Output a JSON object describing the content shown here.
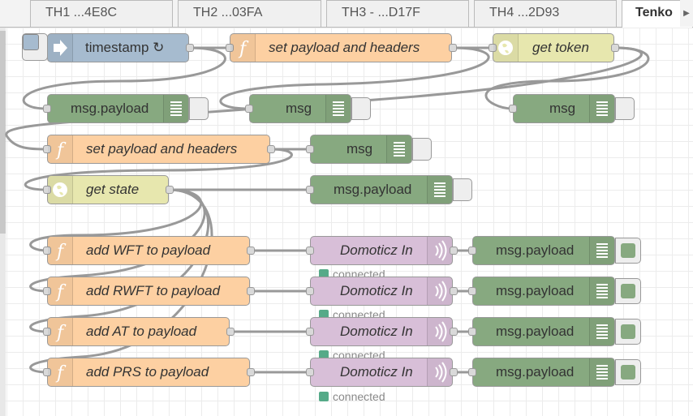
{
  "tabs": [
    {
      "label": "TH1 ...4E8C"
    },
    {
      "label": "TH2 ...03FA"
    },
    {
      "label": "TH3 - ...D17F"
    },
    {
      "label": "TH4 ...2D93"
    },
    {
      "label": "Tenko"
    }
  ],
  "nodes": {
    "timestamp": {
      "label": "timestamp ↻"
    },
    "set_payload_1": {
      "label": "set payload and headers"
    },
    "get_token": {
      "label": "get token"
    },
    "debug_payload_1": {
      "label": "msg.payload"
    },
    "debug_msg_1": {
      "label": "msg"
    },
    "debug_msg_2": {
      "label": "msg"
    },
    "set_payload_2": {
      "label": "set payload and headers"
    },
    "debug_msg_3": {
      "label": "msg"
    },
    "get_state": {
      "label": "get state"
    },
    "debug_payload_2": {
      "label": "msg.payload"
    },
    "add_wft": {
      "label": "add WFT to payload"
    },
    "add_rwft": {
      "label": "add RWFT to payload"
    },
    "add_at": {
      "label": "add AT to payload"
    },
    "add_prs": {
      "label": "add PRS to payload"
    },
    "domoticz_1": {
      "label": "Domoticz In",
      "status": "connected"
    },
    "domoticz_2": {
      "label": "Domoticz In",
      "status": "connected"
    },
    "domoticz_3": {
      "label": "Domoticz In",
      "status": "connected"
    },
    "domoticz_4": {
      "label": "Domoticz In",
      "status": "connected"
    },
    "debug_out_1": {
      "label": "msg.payload"
    },
    "debug_out_2": {
      "label": "msg.payload"
    },
    "debug_out_3": {
      "label": "msg.payload"
    },
    "debug_out_4": {
      "label": "msg.payload"
    }
  },
  "colors": {
    "inject": "#a6bbcf",
    "function": "#fdd0a2",
    "http": "#e7e7ae",
    "debug": "#87a980",
    "domoticz": "#d8bfd8",
    "status_connected": "#5a8"
  }
}
